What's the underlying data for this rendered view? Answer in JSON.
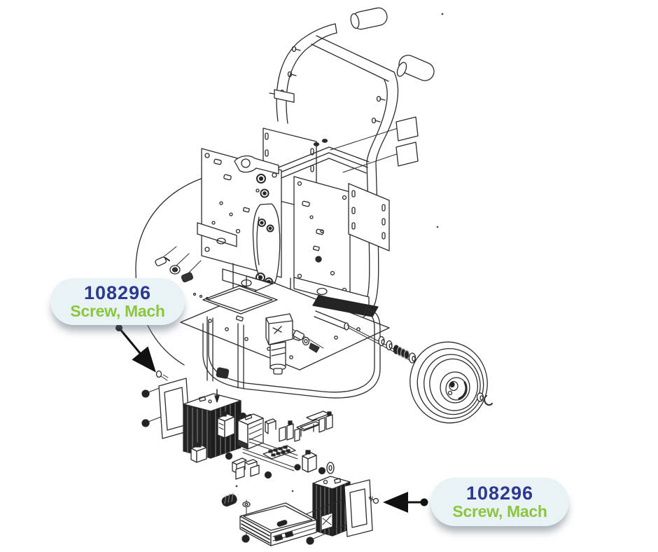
{
  "diagram": {
    "description": "Exploded parts diagram: wheeled cart frame with handle, mounting plates, base frame, pneumatic wheel and exploded electrical components",
    "line_color": "#2b2b2b"
  },
  "callouts": [
    {
      "part_number": "108296",
      "part_name": "Screw, Mach",
      "position": "upper-left"
    },
    {
      "part_number": "108296",
      "part_name": "Screw, Mach",
      "position": "lower-right"
    }
  ],
  "colors": {
    "part_number_text": "#2b3990",
    "part_name_text": "#8cc63e",
    "callout_background": "#e9f2f5",
    "diagram_lines": "#2b2b2b",
    "page_background": "#ffffff"
  }
}
